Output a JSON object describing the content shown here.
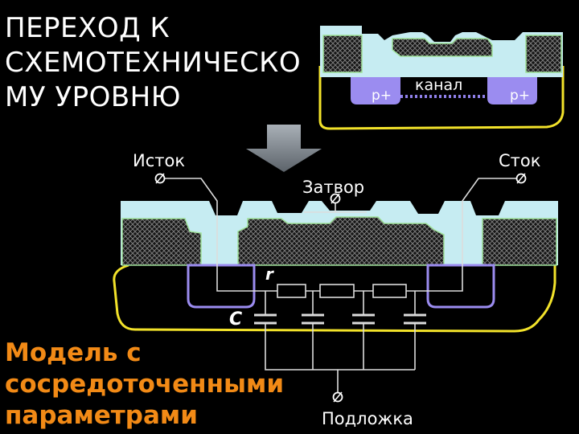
{
  "slide": {
    "title": "ПЕРЕХОД К СХЕМОТЕХНИЧЕСКО МУ УРОВНЮ",
    "subtitle": "Модель с сосредоточенными параметрами"
  },
  "top_structure": {
    "left_region": "p+",
    "right_region": "p+",
    "channel": "канал"
  },
  "terminals": {
    "source": "Исток",
    "drain": "Сток",
    "gate": "Затвор",
    "substrate": "Подложка"
  },
  "elements": {
    "resistor": "r",
    "capacitor": "C"
  },
  "colors": {
    "substrate_outline": "#f2e22a",
    "oxide_fill": "#c6ecf2",
    "gate_outline": "#9fe29a",
    "p_region": "#9b8cf0",
    "arrow": "#8a9199"
  }
}
